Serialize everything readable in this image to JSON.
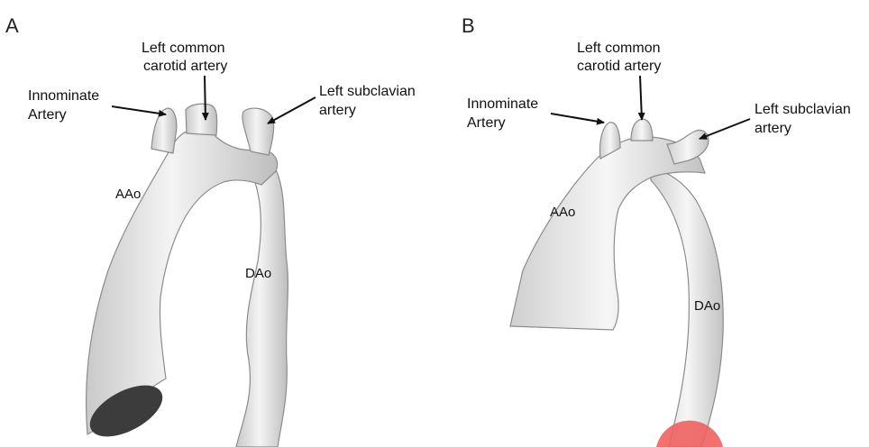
{
  "panel_a": {
    "letter": "A",
    "left_common_carotid": [
      "Left common",
      "carotid artery"
    ],
    "innominate": [
      "Innominate",
      "Artery"
    ],
    "left_subclavian": [
      "Left subclavian",
      "artery"
    ],
    "aao": "AAo",
    "dao": "DAo"
  },
  "panel_b": {
    "letter": "B",
    "left_common_carotid": [
      "Left common",
      "carotid artery"
    ],
    "innominate": [
      "Innominate",
      "Artery"
    ],
    "left_subclavian": [
      "Left subclavian",
      "artery"
    ],
    "aao": "AAo",
    "dao": "DAo"
  },
  "colors": {
    "vessel_fill": "#e8e8e8",
    "vessel_edge": "#8c8c8c",
    "lumen_dark": "#3c3c3c",
    "marker": "#f06060"
  }
}
